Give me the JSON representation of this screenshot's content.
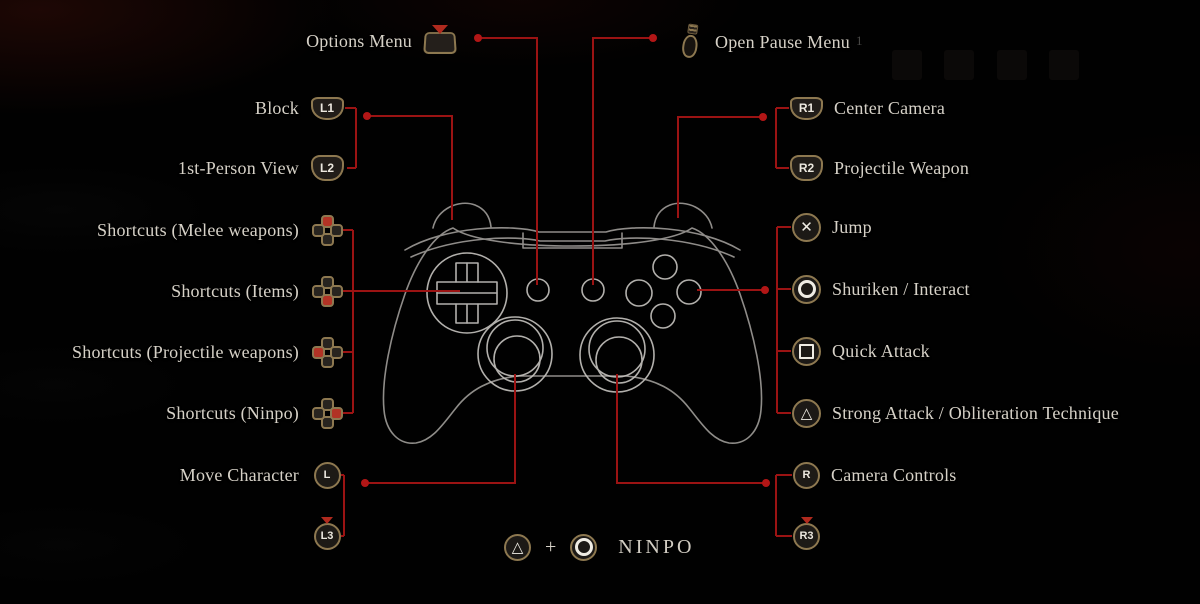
{
  "screen": "controller-layout",
  "colors": {
    "background": "#010101",
    "line_red": "#9b1313",
    "dot_red": "#b21616",
    "gold_border": "#8d7850",
    "icon_fill": "#211d19",
    "text": "#d6d1c7",
    "controller_stroke": "#aeaba6",
    "dpad_highlight_red": "#b23325"
  },
  "top": {
    "options_menu": {
      "label": "Options Menu",
      "icon": "touchpad-icon"
    },
    "open_pause_menu": {
      "label": "Open Pause Menu",
      "icon": "pause-item-icon"
    }
  },
  "left_labels": {
    "block": {
      "label": "Block",
      "icon": "l1-button",
      "button": "L1"
    },
    "first_person_view": {
      "label": "1st-Person View",
      "icon": "l2-button",
      "button": "L2"
    },
    "shortcuts_melee": {
      "label": "Shortcuts (Melee weapons)",
      "icon": "dpad-up"
    },
    "shortcuts_items": {
      "label": "Shortcuts (Items)",
      "icon": "dpad-down"
    },
    "shortcuts_projectile": {
      "label": "Shortcuts (Projectile weapons)",
      "icon": "dpad-left"
    },
    "shortcuts_ninpo": {
      "label": "Shortcuts (Ninpo)",
      "icon": "dpad-right"
    },
    "move_character": {
      "label": "Move Character",
      "icon": "left-stick",
      "button": "L"
    },
    "left_stick_press": {
      "label": "",
      "icon": "left-stick-press",
      "button": "L3"
    }
  },
  "right_labels": {
    "center_camera": {
      "label": "Center Camera",
      "icon": "r1-button",
      "button": "R1"
    },
    "projectile_weapon": {
      "label": "Projectile Weapon",
      "icon": "r2-button",
      "button": "R2"
    },
    "jump": {
      "label": "Jump",
      "icon": "cross-button"
    },
    "shuriken_interact": {
      "label": "Shuriken / Interact",
      "icon": "circle-button"
    },
    "quick_attack": {
      "label": "Quick Attack",
      "icon": "square-button"
    },
    "strong_attack": {
      "label": "Strong Attack / Obliteration Technique",
      "icon": "triangle-button"
    },
    "camera_controls": {
      "label": "Camera Controls",
      "icon": "right-stick",
      "button": "R"
    },
    "right_stick_press": {
      "label": "",
      "icon": "right-stick-press",
      "button": "R3"
    }
  },
  "combo": {
    "icons": [
      "triangle-button",
      "circle-button"
    ],
    "plus": "+",
    "label": "NINPO"
  },
  "buttons": {
    "l1": "L1",
    "l2": "L2",
    "l3": "L3",
    "r1": "R1",
    "r2": "R2",
    "r3": "R3",
    "l": "L",
    "r": "R",
    "cross_glyph": "✕",
    "triangle_glyph": "△"
  },
  "background_hint": {
    "faint_digit": "1"
  }
}
